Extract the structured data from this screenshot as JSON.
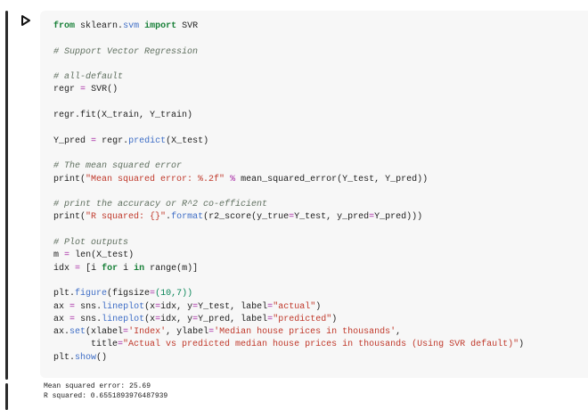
{
  "cell": {
    "run_icon": "play-triangle-icon",
    "lines": [
      {
        "from_kw": "from",
        "module": "sklearn",
        "dot": ".",
        "sub": "svm",
        "import_kw": "import",
        "name": "SVR"
      },
      {
        "text": ""
      },
      {
        "comment": "# Support Vector Regression"
      },
      {
        "text": ""
      },
      {
        "comment": "# all-default"
      },
      {
        "lhs": "regr",
        "eq": "=",
        "call": "SVR()"
      },
      {
        "text": ""
      },
      {
        "code": "regr.fit(X_train, Y_train)"
      },
      {
        "text": ""
      },
      {
        "lhs": "Y_pred",
        "eq": "=",
        "obj": "regr.",
        "method": "predict",
        "args": "(X_test)"
      },
      {
        "text": ""
      },
      {
        "comment": "# The mean squared error"
      },
      {
        "print_fn": "print",
        "open": "(",
        "str": "\"Mean squared error: %.2f\"",
        "op": "%",
        "rest": "mean_squared_error(Y_test, Y_pred))"
      },
      {
        "text": ""
      },
      {
        "comment": "# print the accuracy or R^2 co-efficient"
      },
      {
        "print_fn": "print",
        "open": "(",
        "str": "\"R squared: {}\"",
        "dot": ".",
        "method": "format",
        "rest": "(r2_score(y_true",
        "eq1": "=",
        "a1": "Y_test, y_pred",
        "eq2": "=",
        "a2": "Y_pred)))"
      },
      {
        "text": ""
      },
      {
        "comment": "# Plot outputs"
      },
      {
        "lhs": "m",
        "eq": "=",
        "fn": "len",
        "args": "(X_test)"
      },
      {
        "lhs": "idx",
        "eq": "=",
        "open": "[i ",
        "for_kw": "for",
        "mid": " i ",
        "in_kw": "in",
        "fn": "range",
        "args": "(m)]"
      },
      {
        "text": ""
      },
      {
        "obj": "plt.",
        "method": "figure",
        "open": "(figsize",
        "eq": "=",
        "args": "(10,7))"
      },
      {
        "lhs": "ax",
        "eq": "=",
        "obj": "sns.",
        "method": "lineplot",
        "p1": "(x",
        "e1": "=",
        "v1": "idx, y",
        "e2": "=",
        "v2": "Y_test, label",
        "e3": "=",
        "str": "\"actual\"",
        "close": ")"
      },
      {
        "lhs": "ax",
        "eq": "=",
        "obj": "sns.",
        "method": "lineplot",
        "p1": "(x",
        "e1": "=",
        "v1": "idx, y",
        "e2": "=",
        "v2": "Y_pred, label",
        "e3": "=",
        "str": "\"predicted\"",
        "close": ")"
      },
      {
        "obj": "ax.",
        "method": "set",
        "p1": "(xlabel",
        "e1": "=",
        "s1": "'Index'",
        "p2": ", ylabel",
        "e2": "=",
        "s2": "'Median house prices in thousands'",
        "close": ","
      },
      {
        "indent": "       title",
        "e1": "=",
        "s1": "\"Actual vs predicted median house prices in thousands (Using SVR default)\"",
        "close": ")"
      },
      {
        "obj": "plt.",
        "method": "show",
        "args": "()"
      }
    ]
  },
  "output": {
    "line1": "Mean squared error: 25.69",
    "line2": "R squared: 0.6551893976487939"
  }
}
